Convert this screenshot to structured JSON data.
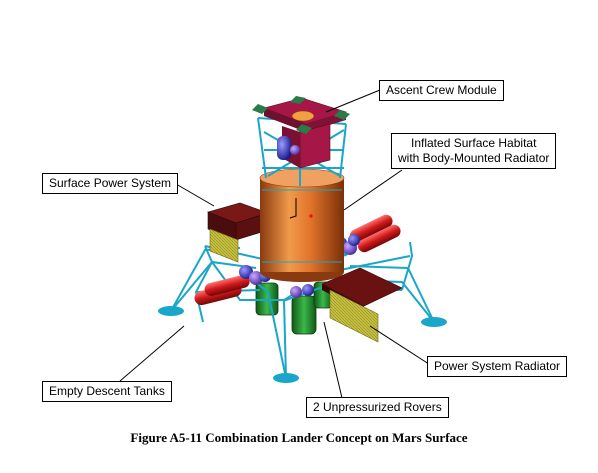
{
  "figure": {
    "caption": "Figure A5-11  Combination Lander Concept on Mars Surface",
    "labels": {
      "ascent_crew_module": "Ascent Crew Module",
      "surface_habitat_line1": "Inflated Surface Habitat",
      "surface_habitat_line2": "with Body-Mounted Radiator",
      "surface_power_system": "Surface Power System",
      "empty_descent_tanks": "Empty Descent Tanks",
      "power_system_radiator": "Power System Radiator",
      "unpressurized_rovers": "2 Unpressurized Rovers"
    },
    "colors": {
      "frame": "#1aa6c8",
      "habitat": "#e2742a",
      "module_panel": "#a61646",
      "tank_red": "#d01818",
      "rover_green": "#1e8a2a",
      "radiator_panel": "#c8c040",
      "power_panel": "#5a1010",
      "blue_sphere": "#3a3ad0"
    }
  }
}
